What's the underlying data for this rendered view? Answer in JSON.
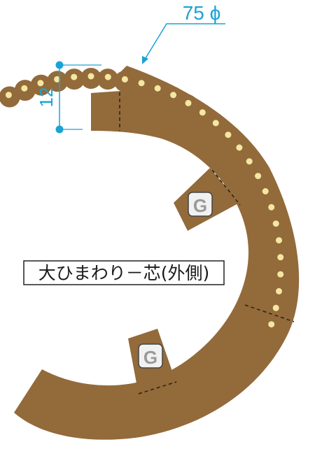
{
  "part_label": "大ひまわり－芯(外側)",
  "diameter_label": "75 ϕ",
  "height_label": "12",
  "glue_marks": [
    "G",
    "G"
  ],
  "colors": {
    "paper": "#936a3a",
    "seed": "#f4e7a2",
    "dimension": "#1aa3d6",
    "fold_line": "#222222",
    "glue_tab_bg": "#f1f1f1",
    "glue_text": "#9a9a9a"
  },
  "icons": [
    "dimension-arrow",
    "glue-mark-icon",
    "seed-dot"
  ]
}
